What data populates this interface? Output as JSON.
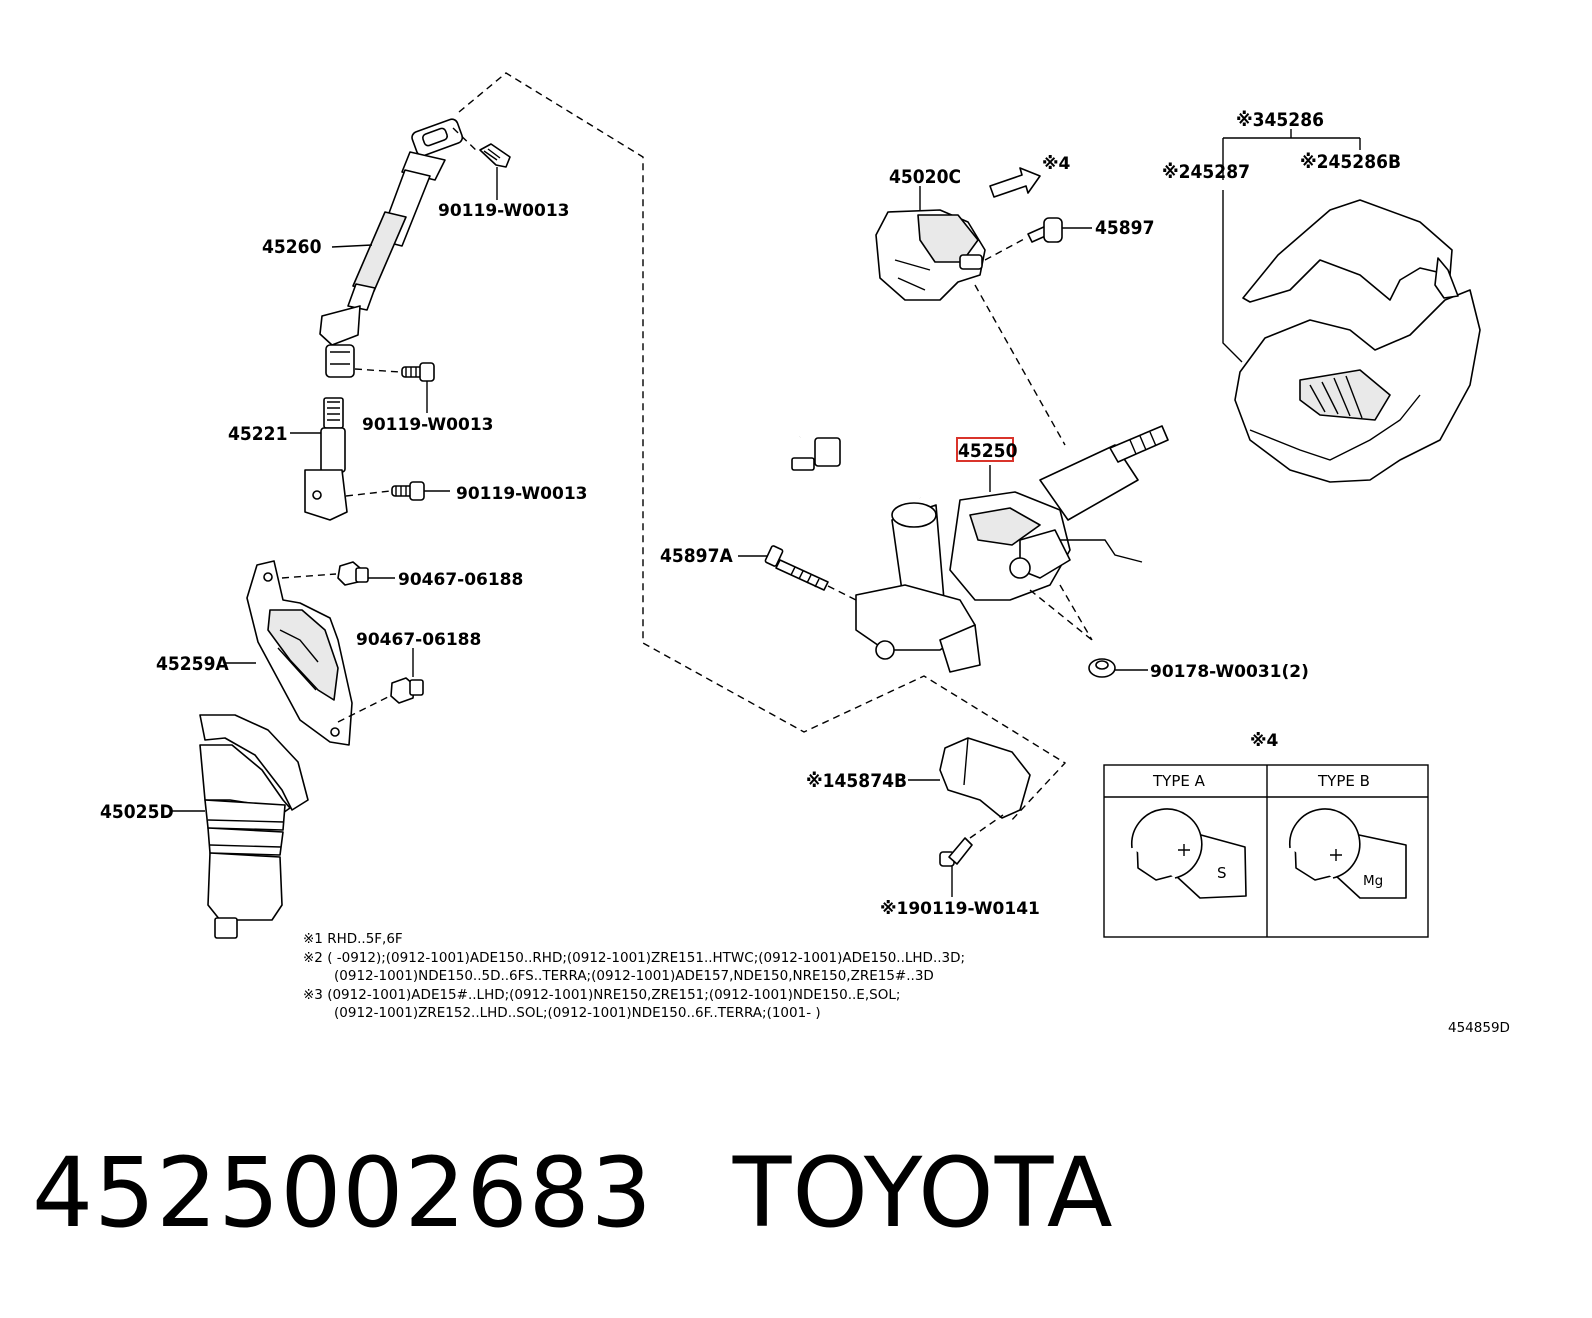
{
  "labels": {
    "p45260": "45260",
    "p90119a": "90119-W0013",
    "p90119b": "90119-W0013",
    "p90119c": "90119-W0013",
    "p45221": "45221",
    "p90467a": "90467-06188",
    "p90467b": "90467-06188",
    "p45259A": "45259A",
    "p45025D": "45025D",
    "p45020C": "45020C",
    "mark4a": "※4",
    "p45897": "45897",
    "p45286": "※345286",
    "p45287": "※245287",
    "p45286B": "※245286B",
    "p45250": "45250",
    "p45897A": "45897A",
    "p90178": "90178-W0031(2)",
    "p45874B": "※145874B",
    "p190119": "※190119-W0141",
    "mark4b": "※4"
  },
  "types": {
    "a": "TYPE A",
    "b": "TYPE B",
    "s": "S",
    "mg": "Mg"
  },
  "notes": [
    "※1 RHD..5F,6F",
    "※2 (        -0912);(0912-1001)ADE150..RHD;(0912-1001)ZRE151..HTWC;(0912-1001)ADE150..LHD..3D;",
    "(0912-1001)NDE150..5D..6FS..TERRA;(0912-1001)ADE157,NDE150,NRE150,ZRE15#..3D",
    "※3 (0912-1001)ADE15#..LHD;(0912-1001)NRE150,ZRE151;(0912-1001)NDE150..E,SOL;",
    "(0912-1001)ZRE152..LHD..SOL;(0912-1001)NDE150..6F..TERRA;(1001-        )"
  ],
  "diagram_code": "454859D",
  "footer": {
    "part_number": "4525002683",
    "brand": "TOYOTA"
  },
  "highlight_color": "#d9342b"
}
